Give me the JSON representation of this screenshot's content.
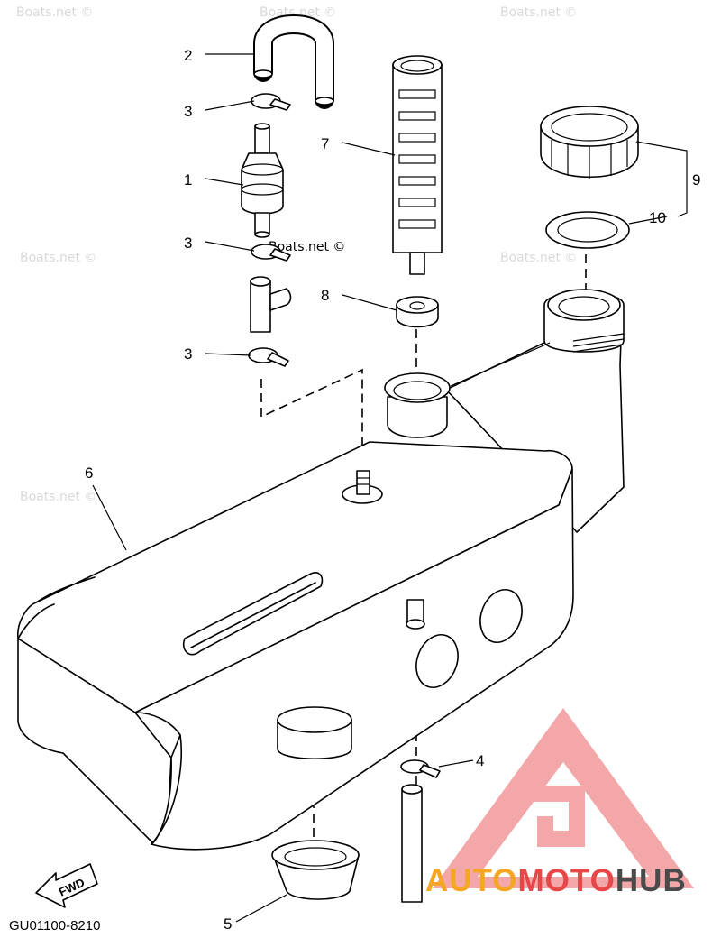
{
  "callouts": {
    "c1": "1",
    "c2": "2",
    "c3a": "3",
    "c3b": "3",
    "c3c": "3",
    "c4": "4",
    "c5": "5",
    "c6": "6",
    "c7": "7",
    "c8": "8",
    "c9": "9",
    "c10": "10"
  },
  "watermark": "Boats.net ©",
  "fwd_label": "FWD",
  "diagram_code": "GU01100-8210",
  "brand": {
    "part1": "AUTO",
    "part2": "MOTO",
    "part3": "HUB",
    "color_orange": "#f5a623",
    "color_red": "#e8474a",
    "color_dark": "#4a4a4a"
  }
}
